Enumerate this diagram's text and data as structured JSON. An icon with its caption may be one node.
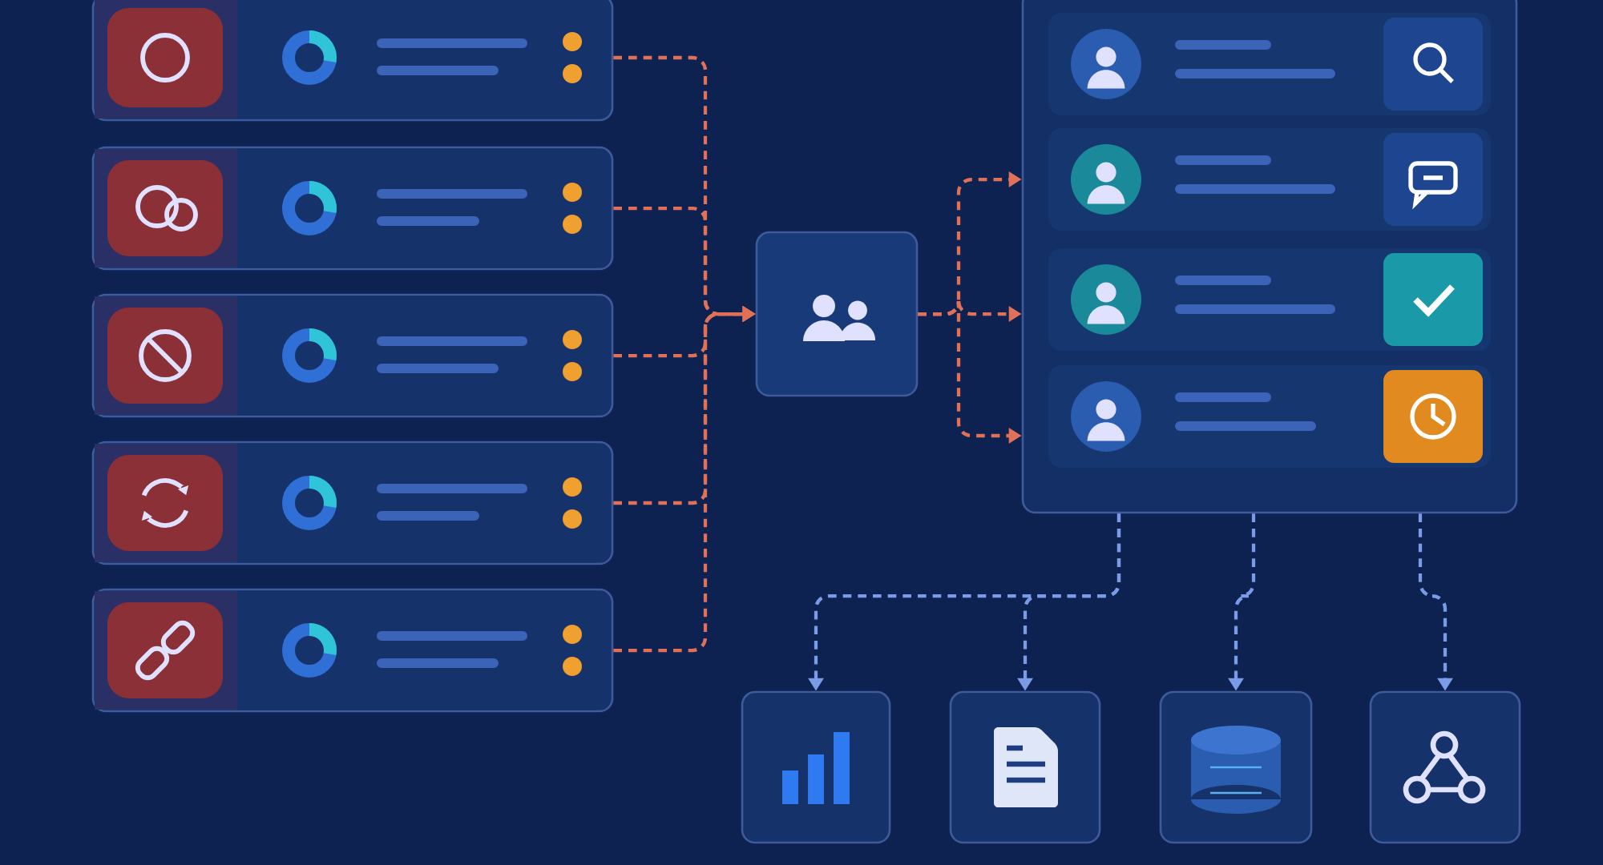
{
  "diagram": {
    "nodes": [
      {
        "text": [],
        "shape": "box"
      },
      {
        "text": [],
        "shape": "box"
      },
      {
        "text": [],
        "shape": "box"
      },
      {
        "text": [],
        "shape": "box"
      },
      {
        "text": [],
        "shape": "box"
      },
      {
        "text": [],
        "shape": "box"
      },
      {
        "text": [],
        "shape": "box"
      },
      {
        "text": [],
        "shape": "box"
      },
      {
        "text": [],
        "shape": "box"
      },
      {
        "text": [],
        "shape": "box"
      },
      {
        "text": [],
        "shape": "box"
      }
    ],
    "edges": [
      {
        "from": 0,
        "to": 5,
        "arrow": "to",
        "style": "dashed",
        "color": "#e07058"
      },
      {
        "from": 1,
        "to": 5,
        "arrow": "to",
        "style": "dashed",
        "color": "#e07058"
      },
      {
        "from": 2,
        "to": 5,
        "arrow": "to",
        "style": "dashed",
        "color": "#e07058"
      },
      {
        "from": 3,
        "to": 5,
        "arrow": "to",
        "style": "dashed",
        "color": "#e07058"
      },
      {
        "from": 4,
        "to": 5,
        "arrow": "to",
        "style": "dashed",
        "color": "#e07058"
      },
      {
        "from": 5,
        "to": 6,
        "arrow": "to",
        "style": "dashed",
        "color": "#e07058"
      },
      {
        "from": 5,
        "to": 6,
        "arrow": "to",
        "style": "dashed",
        "color": "#e07058"
      },
      {
        "from": 5,
        "to": 6,
        "arrow": "to",
        "style": "dashed",
        "color": "#e07058"
      },
      {
        "from": 6,
        "to": 7,
        "arrow": "to",
        "style": "dashed",
        "color": "#7a9be8"
      },
      {
        "from": 6,
        "to": 8,
        "arrow": "to",
        "style": "dashed",
        "color": "#7a9be8"
      },
      {
        "from": 6,
        "to": 9,
        "arrow": "to",
        "style": "dashed",
        "color": "#7a9be8"
      },
      {
        "from": 6,
        "to": 10,
        "arrow": "to",
        "style": "dashed",
        "color": "#7a9be8"
      }
    ]
  }
}
